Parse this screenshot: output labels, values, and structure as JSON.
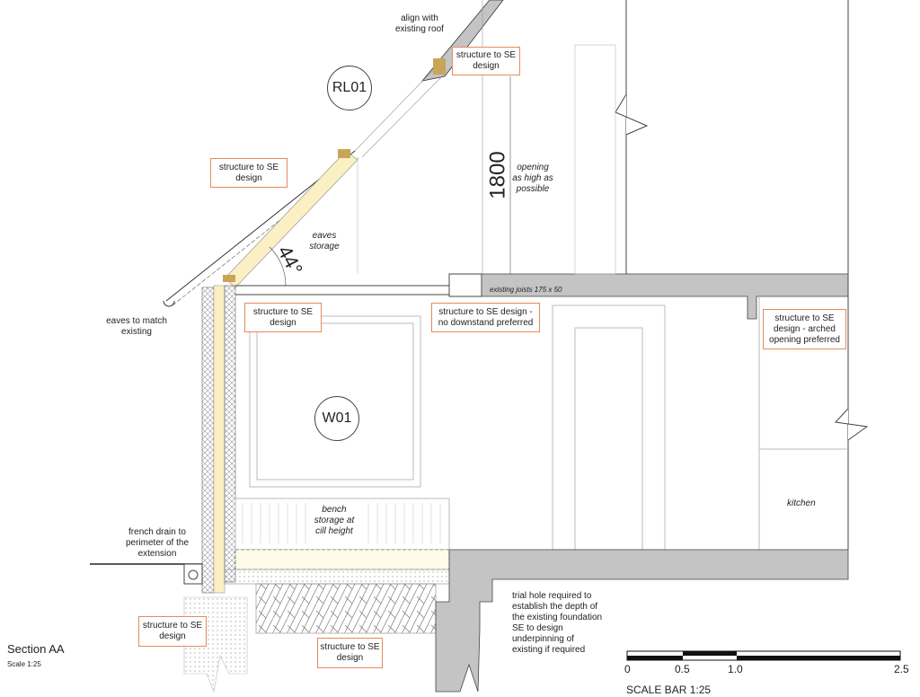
{
  "drawing": {
    "title": "Section AA",
    "scale": "Scale 1:25",
    "tags": {
      "rooflight": "RL01",
      "window": "W01"
    },
    "dimension": "1800",
    "angle": "44°",
    "notes": {
      "align_roof": [
        "align with",
        "existing roof"
      ],
      "opening": [
        "opening",
        "as high as",
        "possible"
      ],
      "eaves_storage": [
        "eaves",
        "storage"
      ],
      "joists": "existing joists 175 x 50",
      "eaves_match": [
        "eaves to match",
        "existing"
      ],
      "bench": [
        "bench",
        "storage at",
        "cill height"
      ],
      "kitchen": "kitchen",
      "french_drain": [
        "french drain to",
        "perimeter of the",
        "extension"
      ],
      "trial_hole": [
        "trial hole required to",
        "establish the depth of",
        "the existing foundation",
        "SE to design",
        "underpinning of",
        "existing if required"
      ]
    },
    "boxes": {
      "roof_top": [
        "structure to SE",
        "design"
      ],
      "rafter": [
        "structure to SE",
        "design"
      ],
      "wall_head": [
        "structure to SE",
        "design"
      ],
      "downstand": [
        "structure to SE design -",
        "no downstand preferred"
      ],
      "arched": [
        "structure to SE",
        "design - arched",
        "opening preferred"
      ],
      "footing_left": [
        "structure to SE",
        "design"
      ],
      "slab": [
        "structure to SE",
        "design"
      ]
    },
    "scale_bar": {
      "ticks": [
        "0",
        "0.5",
        "1.0",
        "2.5"
      ],
      "label": "SCALE BAR 1:25"
    },
    "colors": {
      "note_border": "#e58a5a",
      "existing_fill": "#c4c4c4",
      "insulation": "#fbefc4",
      "timber": "#c9a55a"
    }
  }
}
